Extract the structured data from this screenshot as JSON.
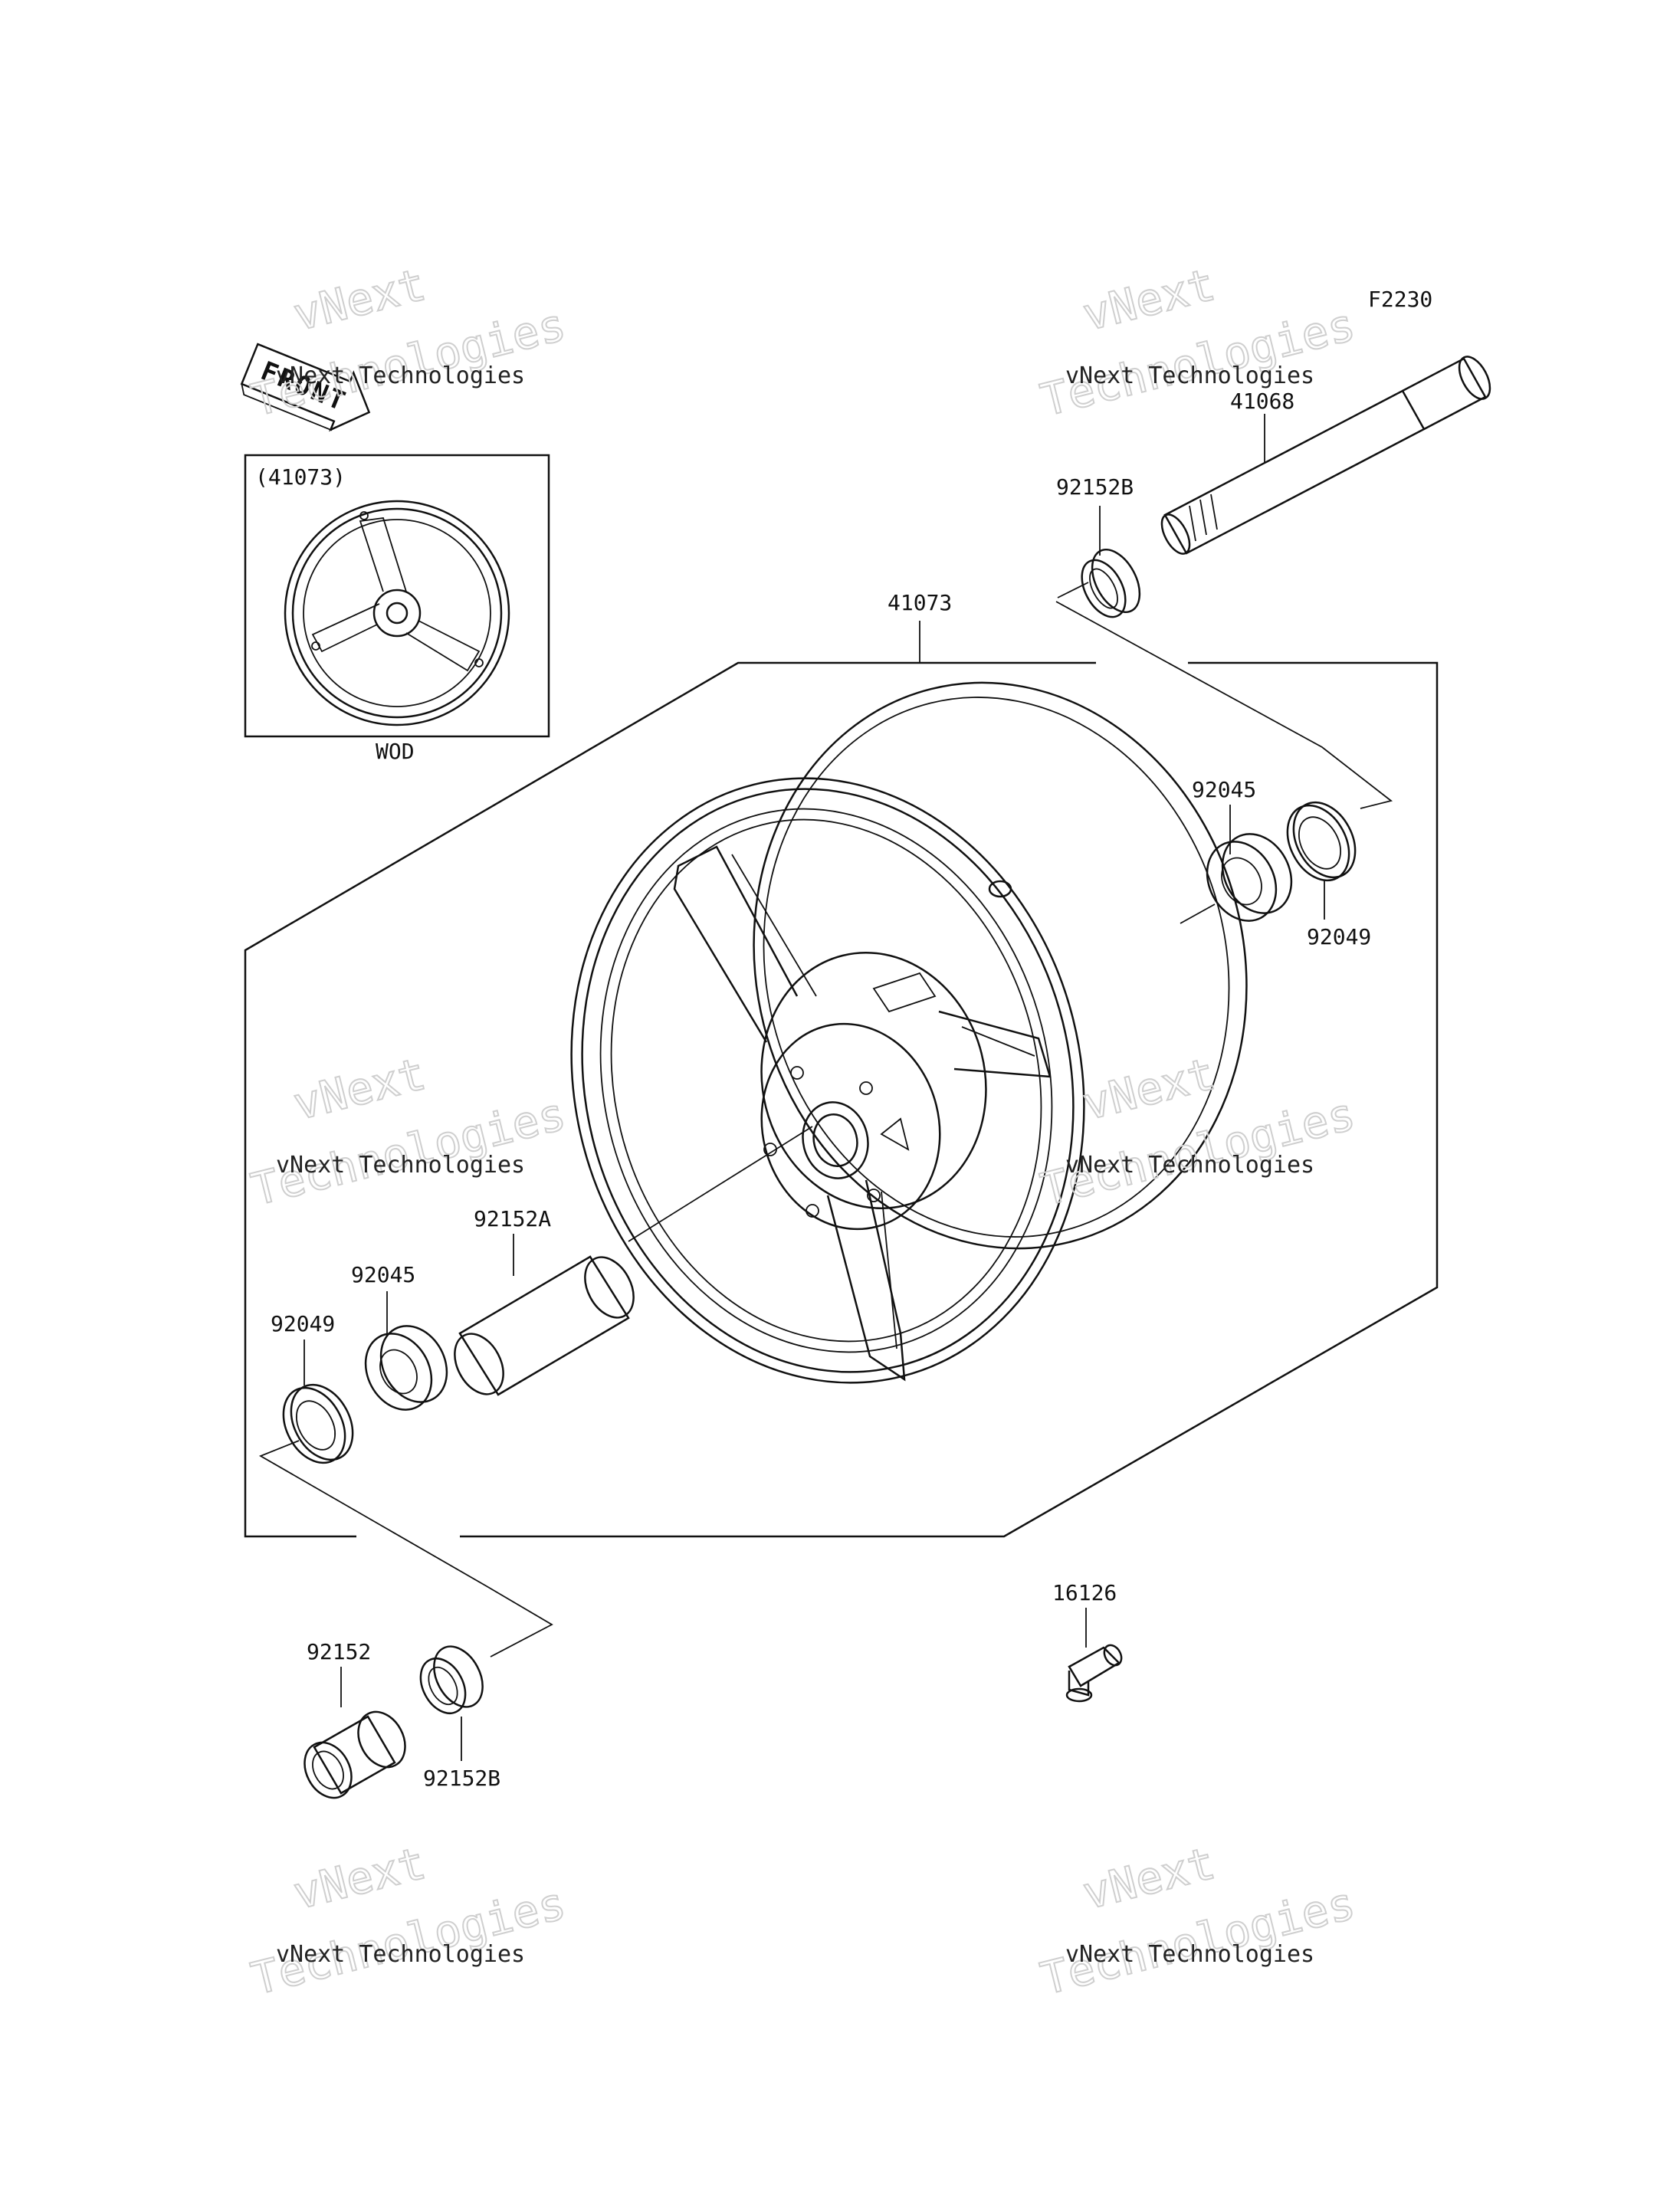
{
  "diagram": {
    "code": "F2230",
    "front_marker": "FRONT",
    "inset": {
      "ref": "(41073)",
      "caption": "WOD"
    },
    "parts": {
      "axle": "41068",
      "collar_top": "92152B",
      "wheel": "41073",
      "bearing_right": "92045",
      "seal_right": "92049",
      "spacer_inner": "92152A",
      "bearing_left": "92045",
      "seal_left": "92049",
      "collar_bottom": "92152",
      "collar_bottom_b": "92152B",
      "valve": "16126"
    },
    "watermark": {
      "line1": "vNext Technologies",
      "line2": "vNext",
      "line3": "Technologies"
    }
  }
}
